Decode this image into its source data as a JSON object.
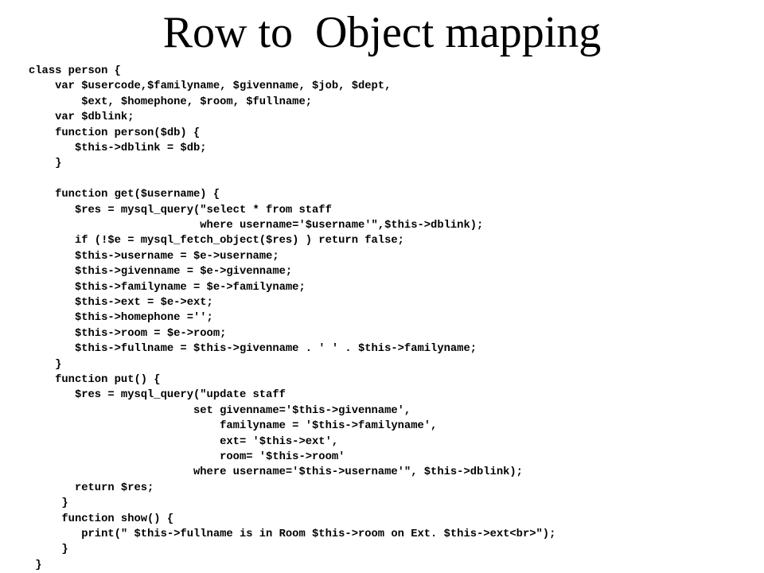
{
  "slide": {
    "title": "Row to  Object mapping",
    "code_lines": [
      "class person {",
      "    var $usercode,$familyname, $givenname, $job, $dept,",
      "        $ext, $homephone, $room, $fullname;",
      "    var $dblink;",
      "    function person($db) {",
      "       $this->dblink = $db;",
      "    }",
      "",
      "    function get($username) {",
      "       $res = mysql_query(\"select * from staff",
      "                          where username='$username'\",$this->dblink);",
      "       if (!$e = mysql_fetch_object($res) ) return false;",
      "       $this->username = $e->username;",
      "       $this->givenname = $e->givenname;",
      "       $this->familyname = $e->familyname;",
      "       $this->ext = $e->ext;",
      "       $this->homephone ='';",
      "       $this->room = $e->room;",
      "       $this->fullname = $this->givenname . ' ' . $this->familyname;",
      "    }",
      "    function put() {",
      "       $res = mysql_query(\"update staff",
      "                         set givenname='$this->givenname',",
      "                             familyname = '$this->familyname',",
      "                             ext= '$this->ext',",
      "                             room= '$this->room'",
      "                         where username='$this->username'\", $this->dblink);",
      "       return $res;",
      "     }",
      "     function show() {",
      "        print(\" $this->fullname is in Room $this->room on Ext. $this->ext<br>\");",
      "     }",
      " }"
    ]
  }
}
